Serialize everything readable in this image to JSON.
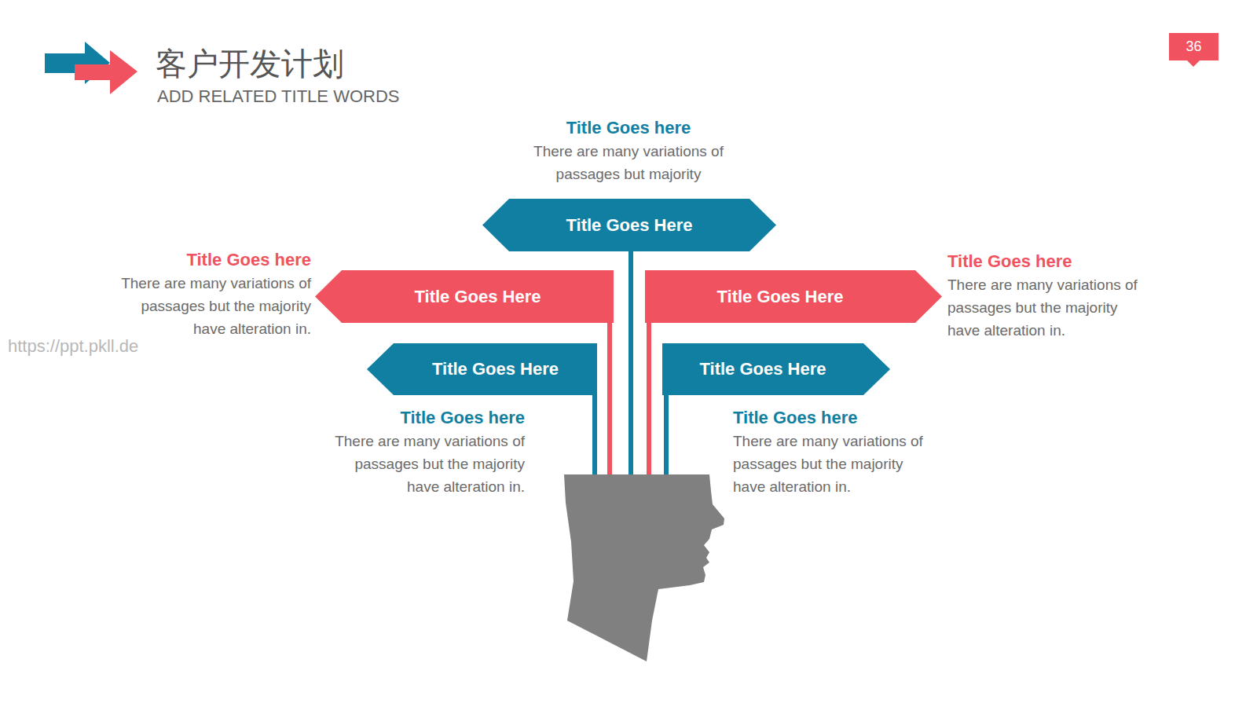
{
  "diagram": {
    "title": "客户开发计划",
    "nodes": [
      {
        "text": [
          "Title Goes Here",
          "Title Goes here",
          "There are many variations of passages but majority"
        ]
      },
      {
        "text": [
          "Title Goes Here",
          "Title Goes here",
          "There are many variations of passages but the majority have alteration in."
        ]
      },
      {
        "text": [
          "Title Goes Here",
          "Title Goes here",
          "There are many variations of passages but the majority have alteration in."
        ]
      },
      {
        "text": [
          "Title Goes Here",
          "Title Goes here",
          "There are many variations of passages but the majority have alteration in."
        ]
      },
      {
        "text": [
          "Title Goes Here",
          "Title Goes here",
          "There are many variations of passages but the majority have alteration in."
        ]
      }
    ],
    "labels": [
      "ADD RELATED TITLE WORDS",
      "36",
      "https://ppt.pkll.de"
    ]
  }
}
